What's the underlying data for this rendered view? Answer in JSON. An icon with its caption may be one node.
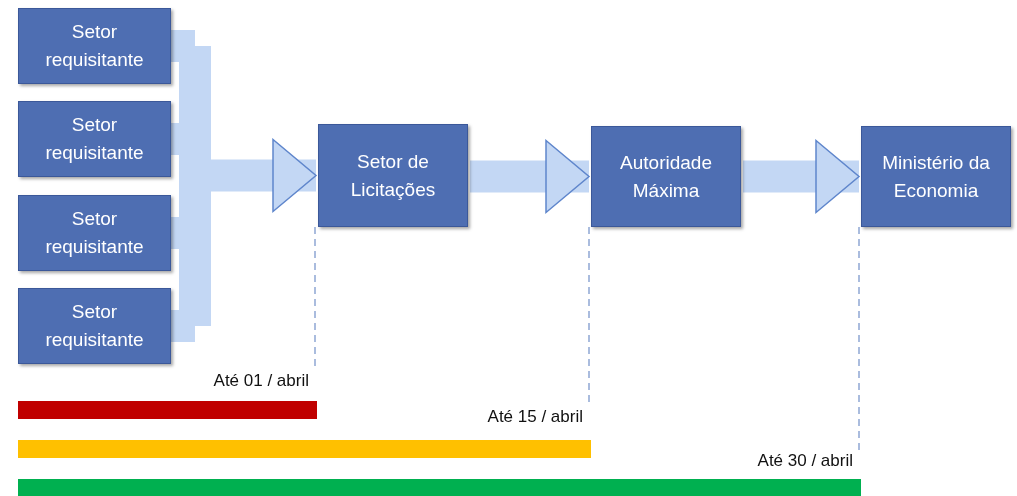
{
  "diagram": {
    "nodes": [
      {
        "text": [
          "Setor requisitante"
        ]
      },
      {
        "text": [
          "Setor requisitante"
        ]
      },
      {
        "text": [
          "Setor requisitante"
        ]
      },
      {
        "text": [
          "Setor requisitante"
        ]
      },
      {
        "text": [
          "Setor de Licitações"
        ]
      },
      {
        "text": [
          "Autoridade Máxima"
        ]
      },
      {
        "text": [
          "Ministério da Economia"
        ]
      },
      {
        "text": [
          "Até 01 / abril"
        ]
      },
      {
        "text": [
          "Até 15 / abril"
        ]
      },
      {
        "text": [
          "Até 30 / abril"
        ]
      }
    ],
    "edges": [
      {
        "from": 0,
        "to": 4,
        "arrow": "to"
      },
      {
        "from": 1,
        "to": 4,
        "arrow": "to"
      },
      {
        "from": 2,
        "to": 4,
        "arrow": "to"
      },
      {
        "from": 3,
        "to": 4,
        "arrow": "to"
      },
      {
        "from": 4,
        "to": 5,
        "arrow": "to"
      },
      {
        "from": 5,
        "to": 6,
        "arrow": "to"
      },
      {
        "from": 4,
        "to": 7,
        "arrow": "none",
        "style": "dashed"
      },
      {
        "from": 5,
        "to": 8,
        "arrow": "none",
        "style": "dashed"
      },
      {
        "from": 6,
        "to": 9,
        "arrow": "none",
        "style": "dashed"
      }
    ]
  }
}
